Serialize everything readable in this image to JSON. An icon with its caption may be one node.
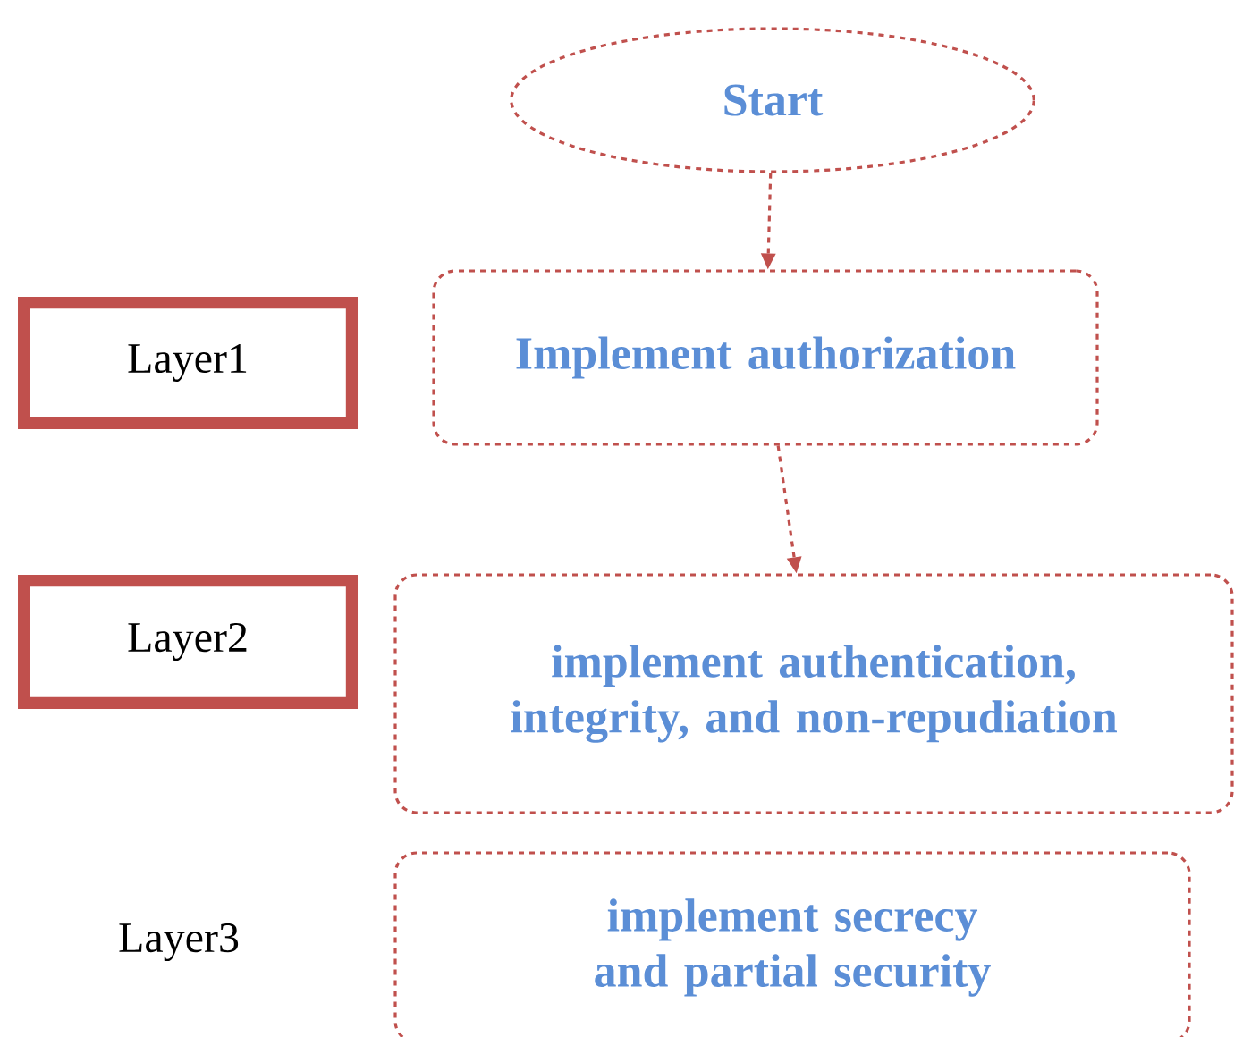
{
  "diagram": {
    "nodes": [
      {
        "text": [
          "Start"
        ]
      },
      {
        "text": [
          "Layer1"
        ]
      },
      {
        "text": [
          "Implement authorization"
        ]
      },
      {
        "text": [
          "Layer2"
        ]
      },
      {
        "text": [
          "implement authentication, integrity, and non-repudiation"
        ]
      },
      {
        "text": [
          "implement secrecy and partial security"
        ]
      }
    ],
    "edges": [
      {
        "from": 0,
        "to": 2,
        "arrow": "to"
      },
      {
        "from": 2,
        "to": 4,
        "arrow": "to"
      }
    ],
    "labels": [
      "Layer3"
    ]
  }
}
